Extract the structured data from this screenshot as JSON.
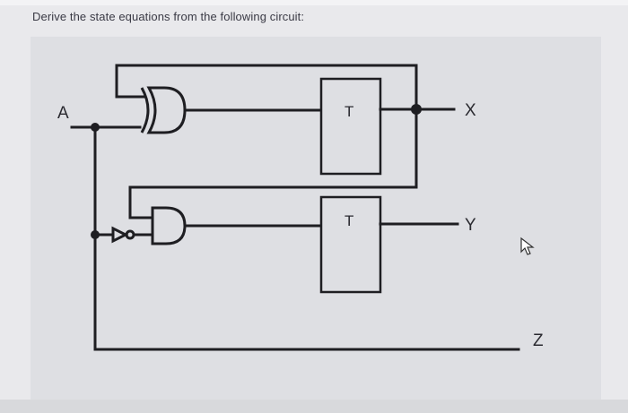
{
  "question": "Derive the state equations from the following circuit:",
  "labels": {
    "input_a": "A",
    "output_x": "X",
    "output_y": "Y",
    "output_z": "Z",
    "ff_top": "T",
    "ff_bottom": "T"
  },
  "icons": {
    "cursor": "mouse-pointer-icon"
  }
}
